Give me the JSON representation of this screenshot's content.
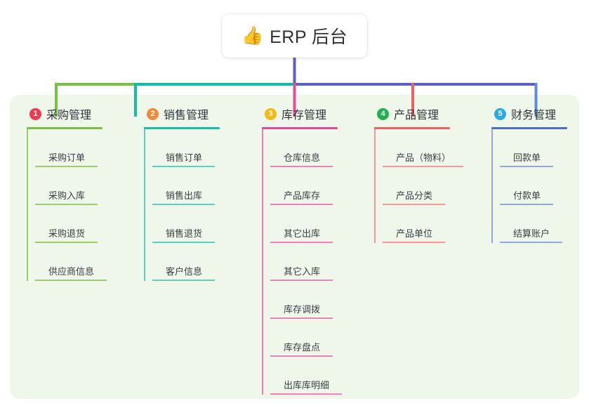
{
  "root": {
    "icon": "thumbs-up-emoji",
    "emoji": "👍",
    "title": "ERP 后台"
  },
  "palette": {
    "panel_background": "#eef7e9",
    "page_background": "#ffffff",
    "root_trunk": "#5b5fc7",
    "branch_green": "#7ac143",
    "branch_teal": "#10bfa5",
    "branch_blue": "#5b5fc7",
    "drop_green": "#7ac143",
    "drop_teal": "#10bfa5",
    "drop_pink": "#ec4899",
    "drop_red": "#f1605f",
    "drop_blue": "#5b8ddb"
  },
  "columns": [
    {
      "number": "1",
      "badge_color": "#ef3b52",
      "line_color": "#7ac143",
      "item_line_color": "#9acd6e",
      "label": "采购管理",
      "items": [
        "采购订单",
        "采购入库",
        "采购退货",
        "供应商信息"
      ]
    },
    {
      "number": "2",
      "badge_color": "#f18a3c",
      "line_color": "#10bfa5",
      "item_line_color": "#5ecfbe",
      "label": "销售管理",
      "items": [
        "销售订单",
        "销售出库",
        "销售退货",
        "客户信息"
      ]
    },
    {
      "number": "3",
      "badge_color": "#f5b916",
      "line_color": "#e4469a",
      "item_line_color": "#ee7fb8",
      "label": "库存管理",
      "items": [
        "仓库信息",
        "产品库存",
        "其它出库",
        "其它入库",
        "库存调拨",
        "库存盘点",
        "出库库明细"
      ]
    },
    {
      "number": "4",
      "badge_color": "#22b14c",
      "line_color": "#f1605f",
      "item_line_color": "#f59897",
      "label": "产品管理",
      "items": [
        "产品（物料）",
        "产品分类",
        "产品单位"
      ]
    },
    {
      "number": "5",
      "badge_color": "#29abe2",
      "line_color": "#4a6fc4",
      "item_line_color": "#8fa9de",
      "label": "财务管理",
      "items": [
        "回款单",
        "付款单",
        "结算账户"
      ]
    }
  ]
}
